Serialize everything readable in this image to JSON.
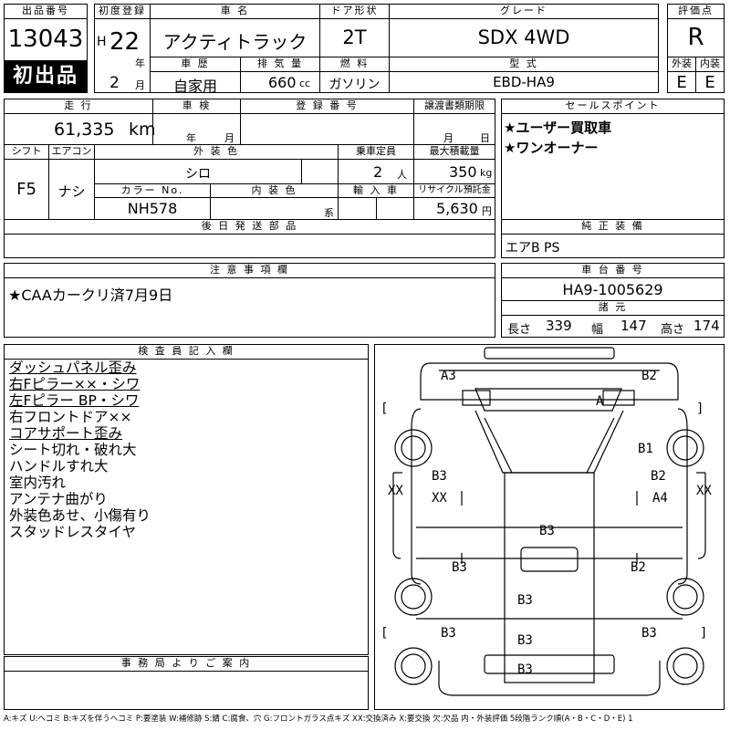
{
  "header": {
    "lot_label": "出品番号",
    "lot_number": "13043",
    "first_time_badge": "初出品",
    "first_reg_label": "初度登録",
    "era": "H",
    "year": "22",
    "year_unit": "年",
    "month": "2",
    "month_unit": "月",
    "car_name_label": "車 名",
    "car_name": "アクティトラック",
    "door_label": "ドア形状",
    "door": "2T",
    "grade_label": "グレード",
    "grade": "SDX 4WD",
    "rating_label": "評価点",
    "rating": "R",
    "history_label": "車 歴",
    "history": "自家用",
    "displacement_label": "排 気 量",
    "displacement": "660",
    "displacement_unit": "cc",
    "fuel_label": "燃 料",
    "fuel": "ガソリン",
    "model_label": "型 式",
    "model": "EBD-HA9",
    "exterior_label": "外装",
    "interior_label": "内装",
    "exterior_grade": "E",
    "interior_grade": "E"
  },
  "row2": {
    "mileage_label": "走 行",
    "mileage": "61,335",
    "mileage_unit": "km",
    "inspection_label": "車 検",
    "year_unit": "年",
    "month_unit": "月",
    "reg_no_label": "登 録 番 号",
    "transfer_label": "譲渡書類期限",
    "transfer_month_unit": "月",
    "transfer_day_unit": "日",
    "sales_label": "セールスポイント",
    "sales_points": [
      "★ユーザー買取車",
      "★ワンオーナー"
    ]
  },
  "row3": {
    "shift_label": "シフト",
    "shift": "F5",
    "ac_label": "エアコン",
    "ac": "ナシ",
    "ext_color_label": "外 装 色",
    "ext_color": "シロ",
    "capacity_label": "乗車定員",
    "capacity": "2",
    "capacity_unit": "人",
    "load_label": "最大積載量",
    "load": "350",
    "load_unit": "kg",
    "color_no_label": "カラー No.",
    "color_no": "NH578",
    "int_color_label": "内 装 色",
    "int_color_unit": "系",
    "import_label": "輸 入 車",
    "recycle_label": "リサイクル預託金",
    "recycle": "5,630",
    "recycle_unit": "円"
  },
  "later_parts_label": "後 日 発 送 部 品",
  "genuine_label": "純 正 装 備",
  "genuine": "エアB PS",
  "notes_label": "注 意 事 項 欄",
  "notes": "★CAAカークリ済7月9日",
  "chassis_label": "車 台 番 号",
  "chassis": "HA9-1005629",
  "dims_label": "諸 元",
  "length_label": "長さ",
  "length": "339",
  "width_label": "幅",
  "width": "147",
  "height_label": "高さ",
  "height": "174",
  "inspector_label": "検 査 員 記 入 欄",
  "inspector_notes": [
    "ダッシュパネル歪み",
    "右Fピラー××・シワ",
    "左Fピラー BP・シワ",
    "右フロントドア××",
    "コアサポート歪み",
    "シート切れ・破れ大",
    "ハンドルすれ大",
    "室内汚れ",
    "アンテナ曲がり",
    "外装色あせ、小傷有り",
    "スタッドレスタイヤ"
  ],
  "office_label": "事 務 局 よ り ご 案 内",
  "legend": "A:キズ U:ヘコミ B:キズを伴うヘコミ P:要塗装 W:補修跡 S:錆 C:腐食、穴 G:フロントガラス点キズ XX:交換済み X:要交換 欠:欠品 内・外装評価 5段階ランク順(A・B・C・D・E) 1",
  "damage": {
    "a3": "A3",
    "b2_top": "B2",
    "a_windshield": "A",
    "b1": "B1",
    "b3_left": "B3",
    "xx_left_door": "XX",
    "b2_right": "B2",
    "a4": "A4",
    "xx_left": "XX",
    "xx_right": "XX",
    "b3_bed_top": "B3",
    "b3_mid_left": "B3",
    "b2_mid_right": "B2",
    "b3_lower": "B3",
    "b3_bot_left": "B3",
    "b3_bot_center": "B3",
    "b3_bot_right": "B3",
    "b3_rear": "B3"
  }
}
